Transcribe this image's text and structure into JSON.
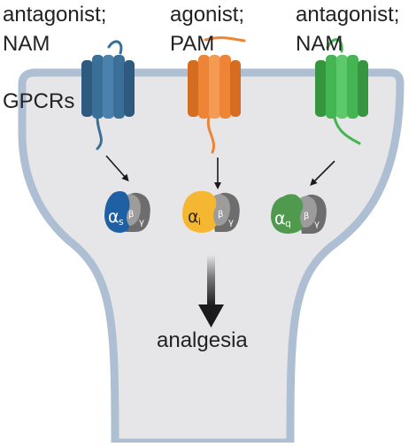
{
  "labels": {
    "left_top": "antagonist;",
    "left_bottom": "NAM",
    "middle_top": "agonist;",
    "middle_bottom": "PAM",
    "right_top": "antagonist;",
    "right_bottom": "NAM",
    "gpcrs": "GPCRs",
    "outcome": "analgesia"
  },
  "g_proteins": [
    {
      "alpha": "α",
      "subscript": "s",
      "beta": "β",
      "gamma": "γ",
      "color": "#1f5fa3"
    },
    {
      "alpha": "α",
      "subscript": "i",
      "beta": "β",
      "gamma": "γ",
      "color": "#f5b731"
    },
    {
      "alpha": "α",
      "subscript": "q",
      "beta": "β",
      "gamma": "γ",
      "color": "#4f9a4f"
    }
  ],
  "colors": {
    "receptor_left": "#3a6f98",
    "receptor_middle": "#ee8435",
    "receptor_right": "#43b552",
    "neuron_fill": "#e6e6e8",
    "neuron_border": "#aebfd4",
    "beta_gamma": "#8d8d8d"
  }
}
